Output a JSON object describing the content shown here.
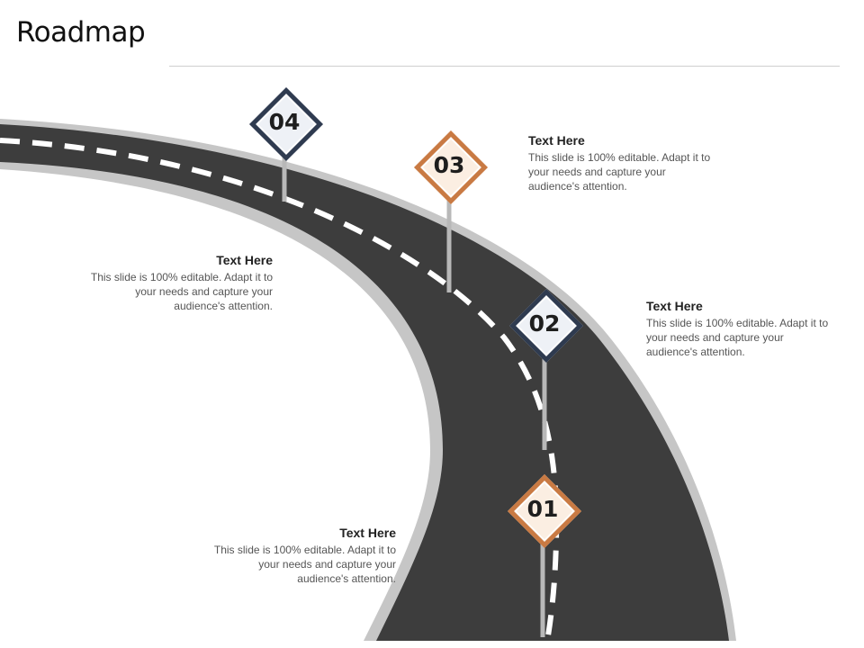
{
  "title": "Roadmap",
  "milestones": [
    {
      "number": "01",
      "heading": "Text Here",
      "body": "This slide is 100% editable. Adapt it to your needs and capture your audience's attention.",
      "color": "#c97a43"
    },
    {
      "number": "02",
      "heading": "Text Here",
      "body": "This slide is 100% editable. Adapt it to your needs and capture your audience's attention.",
      "color": "#2f3b50"
    },
    {
      "number": "03",
      "heading": "Text Here",
      "body": "This slide is 100% editable. Adapt it to your needs and capture your audience's attention.",
      "color": "#c97a43"
    },
    {
      "number": "04",
      "heading": "Text Here",
      "body": "This slide is 100% editable. Adapt it to your needs and capture your audience's attention.",
      "color": "#2f3b50"
    }
  ],
  "colors": {
    "road": "#3d3d3d",
    "road_edge": "#c6c6c6",
    "lane_marking": "#ffffff",
    "pole": "#b8b8b8"
  }
}
